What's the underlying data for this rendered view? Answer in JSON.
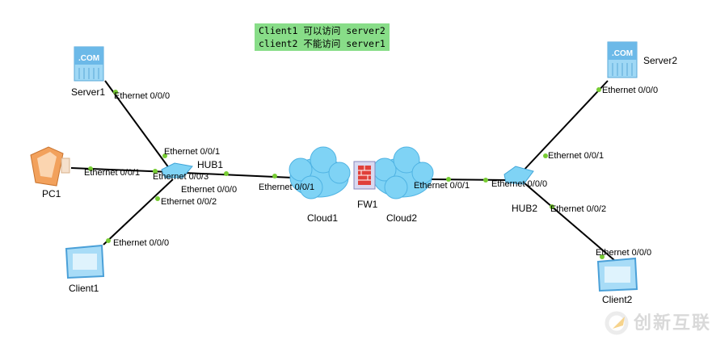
{
  "note": {
    "line1": "Client1 可以访问 server2",
    "line2": "client2 不能访问 server1"
  },
  "devices": {
    "server1": "Server1",
    "pc1": "PC1",
    "client1": "Client1",
    "hub1": "HUB1",
    "cloud1": "Cloud1",
    "fw1": "FW1",
    "cloud2": "Cloud2",
    "hub2": "HUB2",
    "server2": "Server2",
    "client2": "Client2"
  },
  "ports": {
    "server1_e000": "Ethernet 0/0/0",
    "hub1_e001": "Ethernet 0/0/1",
    "pc1_e001": "Ethernet 0/0/1",
    "hub1_e003": "Ethernet 0/0/3",
    "hub1_e000": "Ethernet 0/0/0",
    "hub1_e002": "Ethernet 0/0/2",
    "client1_e000": "Ethernet 0/0/0",
    "cloud1_e001": "Ethernet 0/0/1",
    "cloud2_e001": "Ethernet 0/0/1",
    "hub2_e000": "Ethernet 0/0/0",
    "hub2_e001": "Ethernet 0/0/1",
    "server2_e000": "Ethernet 0/0/0",
    "hub2_e002": "Ethernet 0/0/2",
    "client2_e000": "Ethernet 0/0/0"
  },
  "watermark": "创新互联",
  "colors": {
    "link": "#000000",
    "port_dot": "#77cc33",
    "note_bg": "#88dd88",
    "cloud": "#7fd3f5"
  }
}
